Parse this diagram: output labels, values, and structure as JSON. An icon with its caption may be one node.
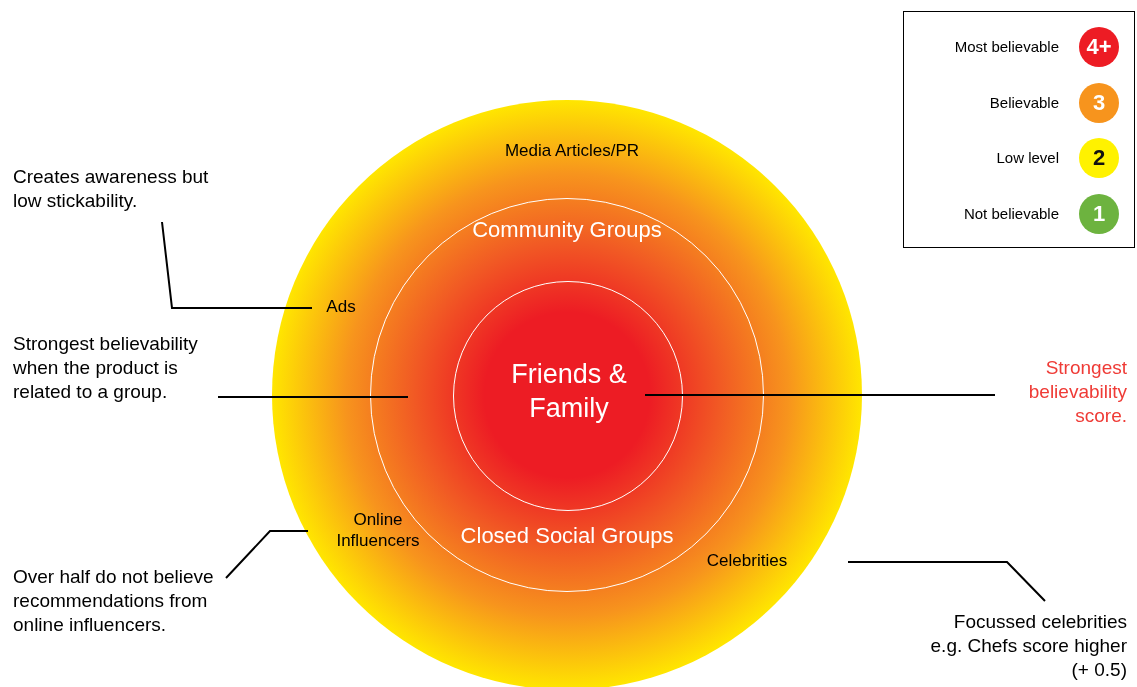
{
  "diagram": {
    "nodes": [
      {
        "text": [
          "Media Articles/PR"
        ]
      },
      {
        "text": [
          "Community Groups",
          "Closed Social Groups"
        ],
        "in": 0
      },
      {
        "text": [
          "Friends & Family"
        ],
        "in": 1
      },
      {
        "text": [
          "Ads"
        ],
        "in": 0
      },
      {
        "text": [
          "Online Influencers"
        ],
        "in": 0
      },
      {
        "text": [
          "Celebrities"
        ],
        "in": 0
      },
      {
        "text": [
          "Creates awareness but low stickability."
        ]
      },
      {
        "text": [
          "Strongest believability when the product is related to a group."
        ]
      },
      {
        "text": [
          "Over half do not believe recommendations from online influencers."
        ]
      },
      {
        "text": [
          "Strongest believability score."
        ]
      },
      {
        "text": [
          "Focussed celebrities e.g. Chefs score higher (+ 0.5)"
        ]
      }
    ],
    "edges": [
      {
        "from": 6,
        "to": 3,
        "arrow": "none"
      },
      {
        "from": 7,
        "to": 1,
        "arrow": "none"
      },
      {
        "from": 8,
        "to": 4,
        "arrow": "none"
      },
      {
        "from": 9,
        "to": 2,
        "arrow": "none"
      },
      {
        "from": 10,
        "to": 5,
        "arrow": "none"
      }
    ],
    "labels": [
      "4+",
      "3",
      "2",
      "1"
    ],
    "legend": [
      {
        "text": "Most believable",
        "color": "#ed1c24"
      },
      {
        "text": "Believable",
        "color": "#f7941d"
      },
      {
        "text": "Low level",
        "color": "#fff200"
      },
      {
        "text": "Not believable",
        "color": "#6db33f"
      }
    ]
  }
}
